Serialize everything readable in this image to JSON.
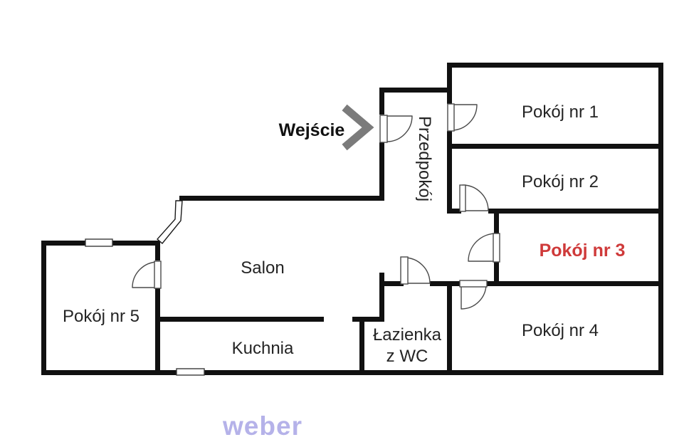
{
  "meta": {
    "type": "apartment-floor-plan",
    "language": "pl"
  },
  "labels": {
    "entrance": "Wejście",
    "hallway": "Przedpokój",
    "room1": "Pokój nr 1",
    "room2": "Pokój nr 2",
    "room3": "Pokój nr 3",
    "room4": "Pokój nr 4",
    "room5": "Pokój nr 5",
    "living_room": "Salon",
    "kitchen": "Kuchnia",
    "bathroom_line1": "Łazienka",
    "bathroom_line2": "z WC",
    "watermark": "weber"
  },
  "colors": {
    "wall": "#111111",
    "room3_highlight": "#cf3a3a",
    "entrance_arrow": "#7b7b7b",
    "watermark": "#b5b2e9",
    "label_text": "#242424"
  }
}
